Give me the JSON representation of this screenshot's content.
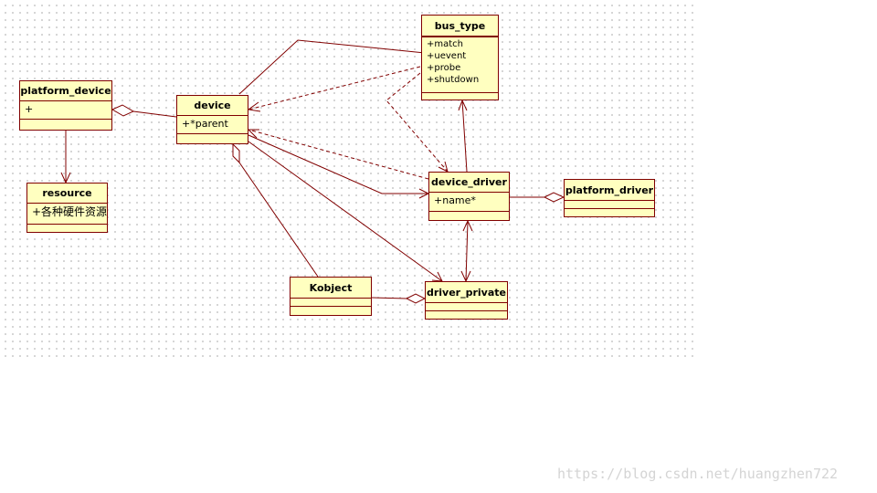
{
  "classes": {
    "bus_type": {
      "name": "bus_type",
      "attrs": [],
      "ops": [
        "+match",
        "+uevent",
        "+probe",
        "+shutdown"
      ]
    },
    "platform_device": {
      "name": "platform_device",
      "attrs": [
        "+"
      ],
      "ops": []
    },
    "device": {
      "name": "device",
      "attrs": [
        "+*parent"
      ],
      "ops": []
    },
    "resource": {
      "name": "resource",
      "attrs": [
        "+各种硬件资源"
      ],
      "ops": []
    },
    "device_driver": {
      "name": "device_driver",
      "attrs": [
        "+name*"
      ],
      "ops": []
    },
    "platform_driver": {
      "name": "platform_driver",
      "attrs": [],
      "ops": []
    },
    "kobject": {
      "name": "Kobject",
      "attrs": [],
      "ops": []
    },
    "driver_private": {
      "name": "driver_private",
      "attrs": [],
      "ops": []
    }
  },
  "watermark": "https://blog.csdn.net/huangzhen722",
  "colors": {
    "line": "#800000",
    "box_fill": "#ffffc0",
    "box_border": "#800000"
  }
}
